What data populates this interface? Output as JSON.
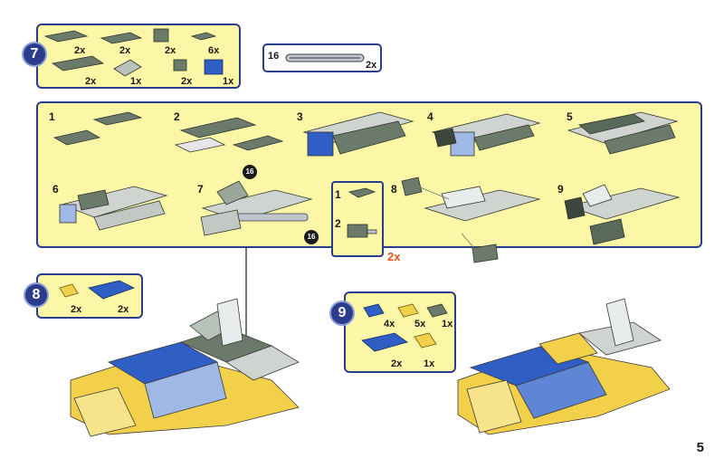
{
  "parts_7": {
    "badge": "7",
    "quantities": [
      "2x",
      "2x",
      "2x",
      "6x",
      "2x",
      "1x",
      "2x",
      "1x"
    ]
  },
  "axle_part": {
    "length": "16",
    "qty": "2x"
  },
  "steps": [
    "1",
    "2",
    "3",
    "4",
    "5",
    "6",
    "7",
    "8",
    "9"
  ],
  "axle_callouts": [
    "16",
    "16"
  ],
  "sub_steps": {
    "labels": [
      "1",
      "2"
    ],
    "multiplier": "2x"
  },
  "parts_8": {
    "badge": "8",
    "quantities": [
      "2x",
      "2x"
    ]
  },
  "parts_9": {
    "badge": "9",
    "quantities": [
      "4x",
      "5x",
      "1x",
      "2x",
      "1x"
    ]
  },
  "page_number": "5",
  "colors": {
    "panel_bg": "#fbf7a6",
    "border": "#2c3c8c",
    "brick_gray": "#6c7a6c",
    "brick_blue": "#2f5fc4",
    "brick_yellow": "#f2d04a",
    "accent": "#e2561b"
  }
}
